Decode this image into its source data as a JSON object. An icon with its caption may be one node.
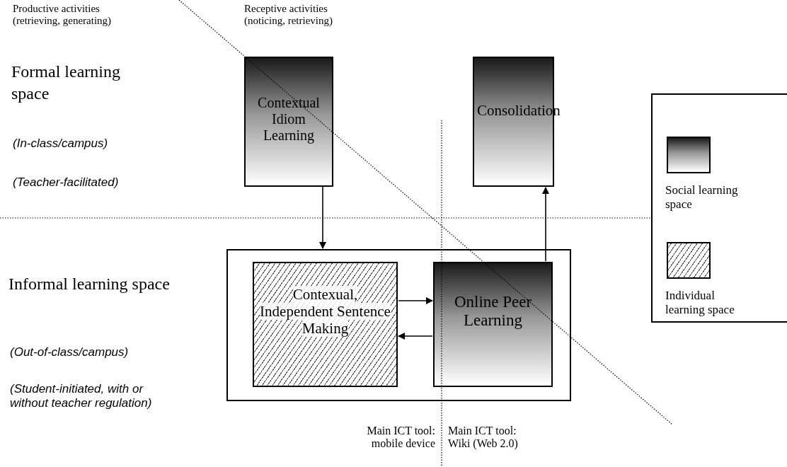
{
  "diagram": {
    "nodes": [
      {
        "text": [
          "Contextual Idiom Learning"
        ]
      },
      {
        "text": [
          "Consolidation"
        ]
      },
      {
        "text": [],
        "shape": "box"
      },
      {
        "text": [
          "Contexual, Independent Sentence Making"
        ],
        "in": 2
      },
      {
        "text": [
          "Online Peer Learning"
        ],
        "in": 2
      }
    ],
    "edges": [
      {
        "from": 0,
        "to": 2,
        "arrow": "to"
      },
      {
        "from": 4,
        "to": 1,
        "arrow": "to"
      },
      {
        "from": 3,
        "to": 4,
        "arrow": "to"
      },
      {
        "from": 4,
        "to": 3,
        "arrow": "to"
      }
    ],
    "labels": [
      "Productive activities (retrieving, generating)",
      "Receptive activities (noticing, retrieving)",
      "Formal learning space",
      "(In-class/campus)",
      "(Teacher-facilitated)",
      "Informal learning space",
      "(Out-of-class/campus)",
      "(Student-initiated, with or without teacher regulation)",
      "Main ICT tool: mobile device",
      "Main ICT tool: Wiki (Web 2.0)"
    ],
    "legend": [
      {
        "text": "Social learning space"
      },
      {
        "text": "Individual learning space"
      }
    ]
  }
}
